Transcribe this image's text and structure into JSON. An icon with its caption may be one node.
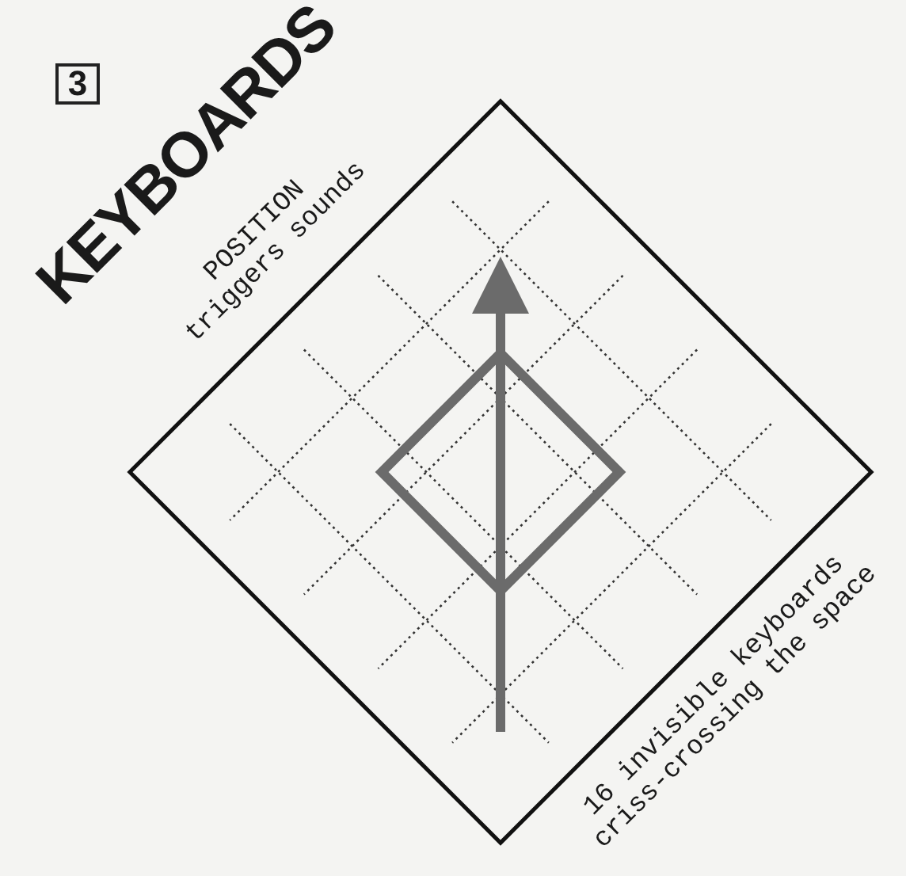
{
  "diagram": {
    "title": "KEYBOARDS",
    "labels": [
      "3",
      "POSITION triggers sounds",
      "16 invisible keyboards criss-crossing the space"
    ]
  }
}
